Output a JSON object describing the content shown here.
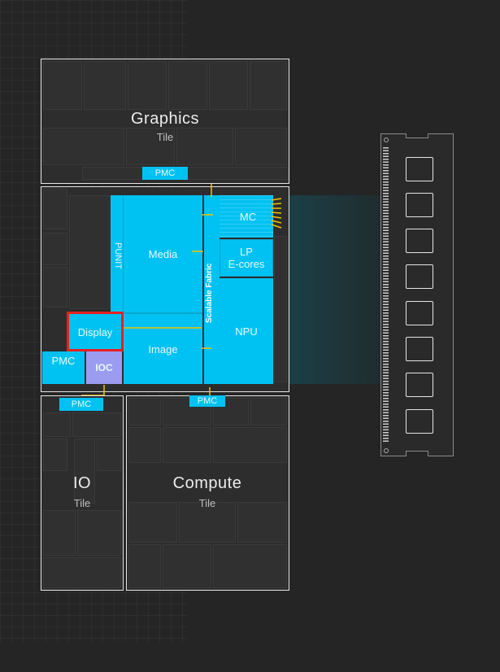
{
  "graphics": {
    "title": "Graphics",
    "subtitle": "Tile",
    "pmc": "PMC"
  },
  "soc": {
    "punit": "PUNIT",
    "media": "Media",
    "mc": "MC",
    "lp_ecores": "LP\nE-cores",
    "fabric": "Scalable Fabric",
    "npu": "NPU",
    "display": "Display",
    "image": "Image",
    "pmc": "PMC",
    "ioc": "IOC"
  },
  "io": {
    "title": "IO",
    "subtitle": "Tile",
    "pmc": "PMC"
  },
  "compute": {
    "title": "Compute",
    "subtitle": "Tile",
    "pmc": "PMC"
  },
  "colors": {
    "accent": "#00c2f2",
    "highlight": "#e8201f",
    "ioc": "#9b9cf0",
    "wire": "#f2c200"
  }
}
